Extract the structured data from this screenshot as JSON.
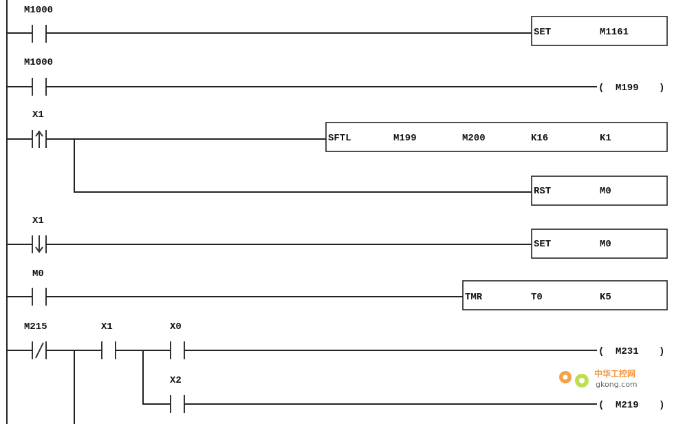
{
  "rungs": [
    {
      "contact": "M1000",
      "contact_type": "NO",
      "instruction": [
        "SET",
        "M1161"
      ]
    },
    {
      "contact": "M1000",
      "contact_type": "NO",
      "coil": "M199"
    },
    {
      "contact": "X1",
      "contact_type": "rising-edge",
      "instruction": [
        "SFTL",
        "M199",
        "M200",
        "K16",
        "K1"
      ],
      "branch_instruction": [
        "RST",
        "M0"
      ]
    },
    {
      "contact": "X1",
      "contact_type": "falling-edge",
      "instruction": [
        "SET",
        "M0"
      ]
    },
    {
      "contact": "M0",
      "contact_type": "NO",
      "instruction": [
        "TMR",
        "T0",
        "K5"
      ]
    },
    {
      "contacts": [
        "M215",
        "X1",
        "X0"
      ],
      "parallel_contact": "X2",
      "coil": "M231",
      "branch_coil": "M219"
    }
  ],
  "watermark": {
    "text": "中华工控网",
    "site": "gkong.com"
  }
}
